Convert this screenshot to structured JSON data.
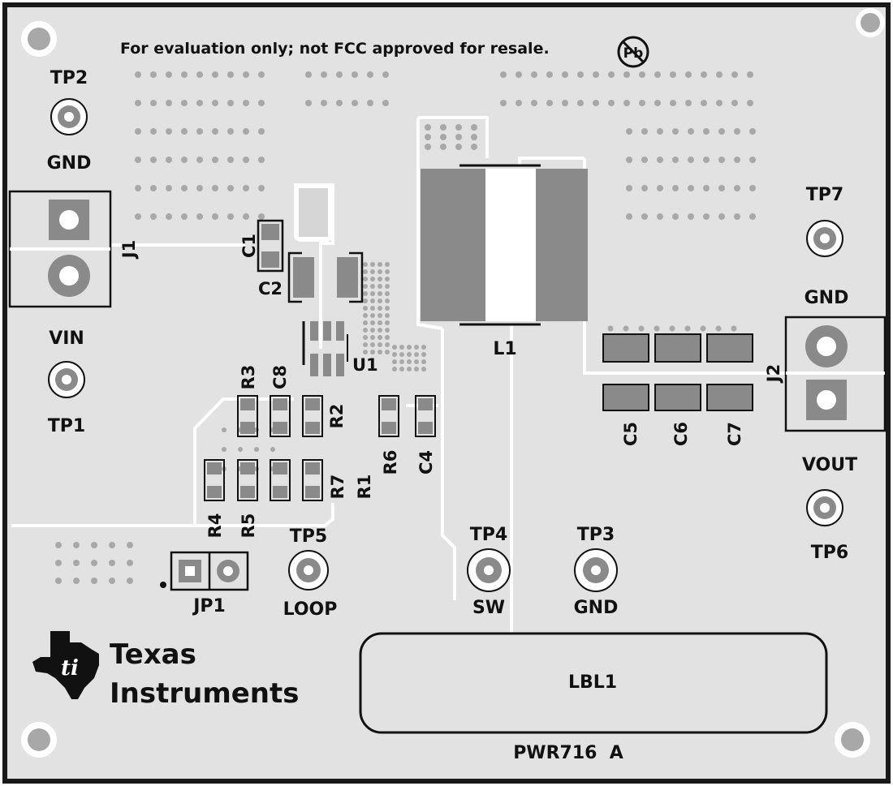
{
  "colors": {
    "board": "#e2e2e2",
    "outline": "#1a1a1a",
    "copper": "#ffffff",
    "pad": "#8a8a8a",
    "via": "#a8a8a8",
    "silk": "#111111"
  },
  "notice": "For evaluation only; not FCC approved for resale.",
  "pb_free_mark": "Pb",
  "board_id": "PWR716  A",
  "label_area": "LBL1",
  "logo": {
    "line1": "Texas",
    "line2": "Instruments"
  },
  "test_points": {
    "tp2": {
      "ref": "TP2",
      "net": "GND"
    },
    "tp1": {
      "ref": "TP1",
      "net": "VIN"
    },
    "tp7": {
      "ref": "TP7",
      "net": "GND"
    },
    "tp6": {
      "ref": "TP6",
      "net": "VOUT"
    },
    "tp5": {
      "ref": "TP5",
      "net": "LOOP"
    },
    "tp4": {
      "ref": "TP4",
      "net": "SW"
    },
    "tp3": {
      "ref": "TP3",
      "net": "GND"
    }
  },
  "connectors": {
    "j1": "J1",
    "j2": "J2",
    "jp1": "JP1"
  },
  "components": {
    "c1": "C1",
    "c2": "C2",
    "c4": "C4",
    "c5": "C5",
    "c6": "C6",
    "c7": "C7",
    "c8": "C8",
    "r1": "R1",
    "r2": "R2",
    "r3": "R3",
    "r4": "R4",
    "r5": "R5",
    "r6": "R6",
    "r7": "R7",
    "u1": "U1",
    "l1": "L1"
  }
}
